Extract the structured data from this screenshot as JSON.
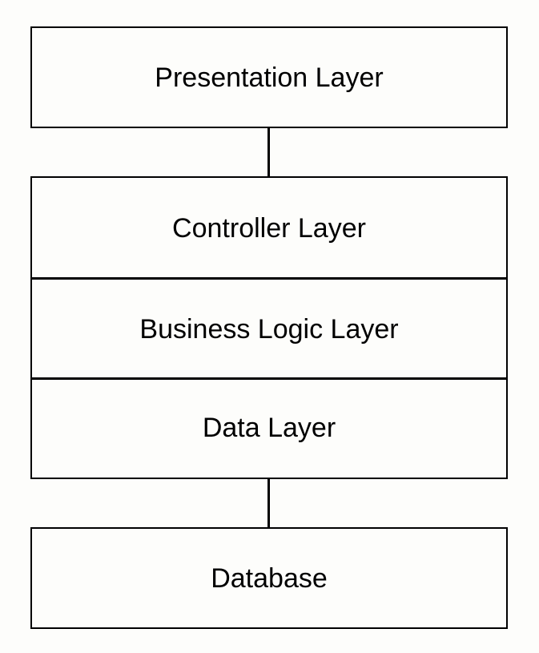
{
  "diagram": {
    "top_box": {
      "label": "Presentation Layer"
    },
    "stack": {
      "rows": [
        {
          "label": "Controller Layer"
        },
        {
          "label": "Business Logic Layer"
        },
        {
          "label": "Data Layer"
        }
      ]
    },
    "bottom_box": {
      "label": "Database"
    },
    "colors": {
      "background": "#fdfdfb",
      "stroke": "#000000",
      "text": "#000000"
    }
  }
}
